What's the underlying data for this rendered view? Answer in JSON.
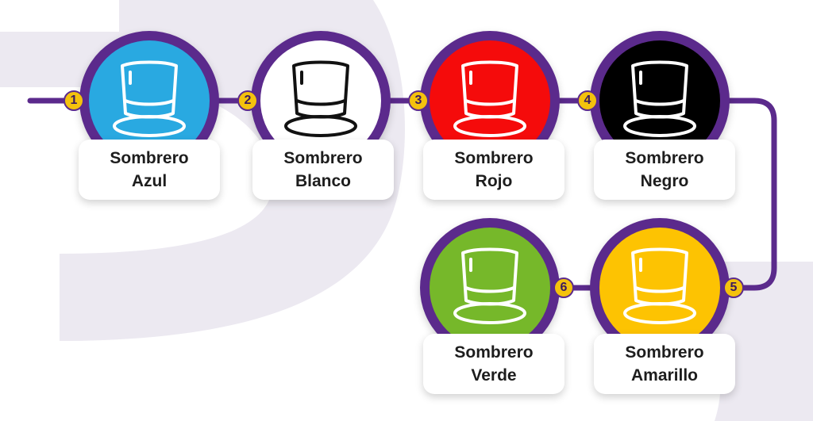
{
  "colors": {
    "track": "#5b2a8c",
    "badge": "#f4c20d",
    "background_shape": "#ece9f1"
  },
  "steps": [
    {
      "number": "1",
      "line1": "Sombrero",
      "line2": "Azul",
      "fill": "#29a9e1",
      "hat_stroke": "#ffffff",
      "icon": "top-hat-icon"
    },
    {
      "number": "2",
      "line1": "Sombrero",
      "line2": "Blanco",
      "fill": "#ffffff",
      "hat_stroke": "#111111",
      "icon": "top-hat-icon"
    },
    {
      "number": "3",
      "line1": "Sombrero",
      "line2": "Rojo",
      "fill": "#f50b0b",
      "hat_stroke": "#ffffff",
      "icon": "top-hat-icon"
    },
    {
      "number": "4",
      "line1": "Sombrero",
      "line2": "Negro",
      "fill": "#000000",
      "hat_stroke": "#ffffff",
      "icon": "top-hat-icon"
    },
    {
      "number": "5",
      "line1": "Sombrero",
      "line2": "Amarillo",
      "fill": "#fdc302",
      "hat_stroke": "#ffffff",
      "icon": "top-hat-icon"
    },
    {
      "number": "6",
      "line1": "Sombrero",
      "line2": "Verde",
      "fill": "#76b82a",
      "hat_stroke": "#ffffff",
      "icon": "top-hat-icon"
    }
  ]
}
